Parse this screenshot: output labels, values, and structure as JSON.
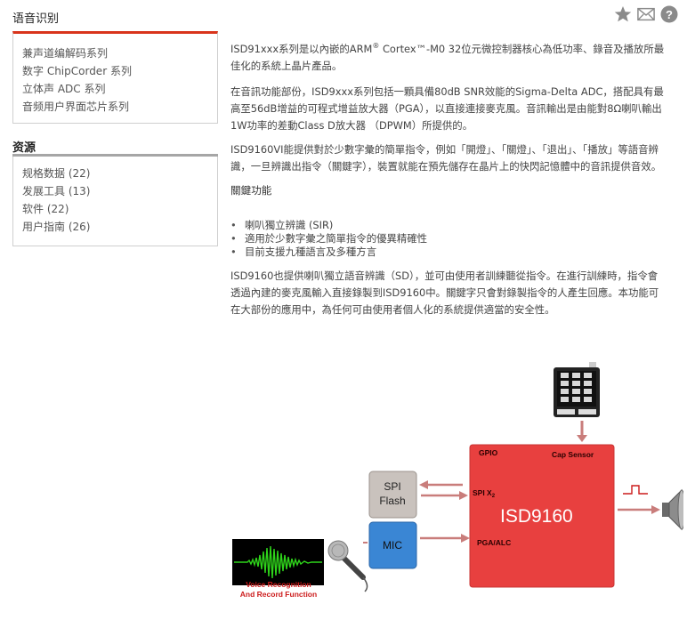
{
  "header": {
    "title": "语音识别",
    "icons": [
      "star-icon",
      "mail-icon",
      "help-icon"
    ]
  },
  "sidebar": {
    "links": [
      {
        "label": "兼声道编解码系列"
      },
      {
        "label": "数字 ChipCorder 系列"
      },
      {
        "label": "立体声 ADC 系列"
      },
      {
        "label": "音频用户界面芯片系列"
      }
    ],
    "resources_title": "资源",
    "resources": [
      {
        "label": "规格数据 (22)"
      },
      {
        "label": "发展工具 (13)"
      },
      {
        "label": "软件 (22)"
      },
      {
        "label": "用户指南 (26)"
      }
    ]
  },
  "main": {
    "p1_before": "ISD91xxx系列是以內嵌的ARM",
    "p1_sup": "®",
    "p1_after": " Cortex™-M0 32位元微控制器核心為低功率、錄音及播放所最佳化的系統上晶片產品。",
    "p2": "在音訊功能部份，ISD9xxx系列包括一顆具備80dB SNR效能的Sigma-Delta ADC，搭配具有最高至56dB增益的可程式增益放大器（PGA），以直接連接麥克風。音訊輸出是由能對8Ω喇叭輸出1W功率的差動Class D放大器 （DPWM）所提供的。",
    "p3": "ISD9160VI能提供對於少數字彙的簡單指令，例如「開燈」、「關燈」、「退出」、「播放」等語音辨識，一旦辨識出指令（關鍵字），裝置就能在預先儲存在晶片上的快閃記憶體中的音訊提供音效。",
    "features_title": "關鍵功能",
    "features": [
      "喇叭獨立辨識 (SIR)",
      "適用於少數字彙之簡單指令的優異精確性",
      "目前支援九種語言及多種方言"
    ],
    "p4": "ISD9160也提供喇叭獨立語音辨識（SD），並可由使用者訓練聽從指令。在進行訓練時，指令會透過內建的麥克風輸入直接錄製到ISD9160中。關鍵字只會對錄製指令的人產生回應。本功能可在大部份的應用中，為任何可由使用者個人化的系統提供適當的安全性。"
  },
  "diagram": {
    "chip_name": "ISD9160",
    "gpio": "GPIO",
    "cap_sensor": "Cap Sensor",
    "spi_x2": "SPI X",
    "spi_x2_sub": "2",
    "pga_alc": "PGA/ALC",
    "spi_flash_line1": "SPI",
    "spi_flash_line2": "Flash",
    "mic": "MIC",
    "voice_line1": "Voice Recognition",
    "voice_line2": "And Record Function",
    "colors": {
      "chip": "#e8403f",
      "spi_flash": "#c9c2bd",
      "mic": "#3a86d4",
      "arrow": "#c97d7b",
      "caption": "#cc1b1b"
    }
  }
}
